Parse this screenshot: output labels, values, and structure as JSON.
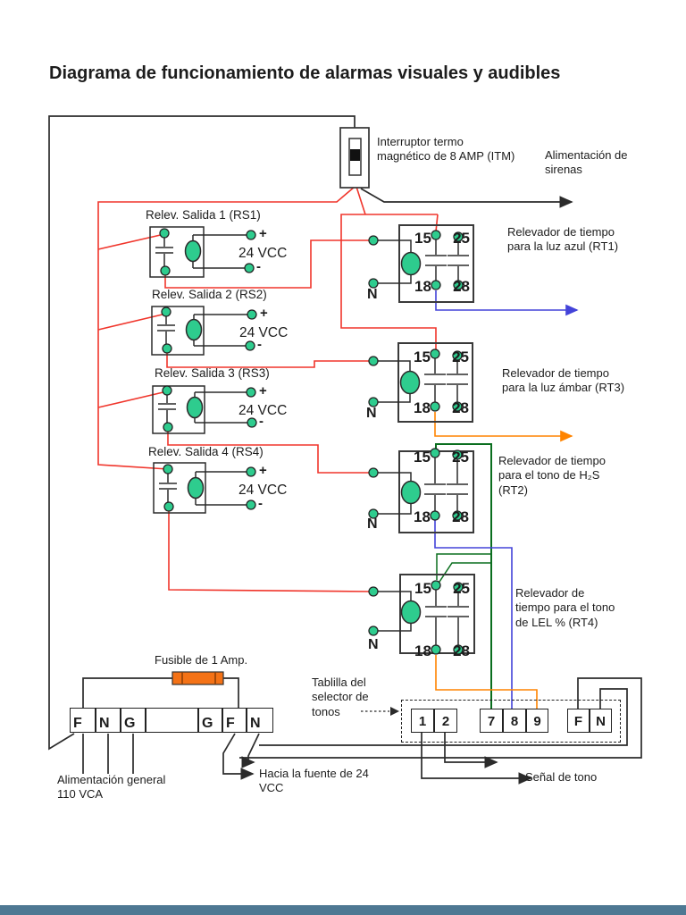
{
  "title": "Diagrama  de funcionamiento de alarmas visuales y audibles",
  "itm": {
    "label": "Interruptor termo magnético de 8 AMP (ITM)"
  },
  "sirens_label": "Alimentación de sirenas",
  "relays_salida": [
    {
      "name": "Relev. Salida 1 (RS1)",
      "plus": "+",
      "minus": "-",
      "voltage": "24 VCC"
    },
    {
      "name": "Relev. Salida 2 (RS2)",
      "plus": "+",
      "minus": "-",
      "voltage": "24 VCC"
    },
    {
      "name": "Relev. Salida 3 (RS3)",
      "plus": "+",
      "minus": "-",
      "voltage": "24 VCC"
    },
    {
      "name": "Relev. Salida 4 (RS4)",
      "plus": "+",
      "minus": "-",
      "voltage": "24 VCC"
    }
  ],
  "timers": [
    {
      "label": "Relevador de tiempo para la luz azul  (RT1)",
      "t15": "15",
      "t25": "25",
      "t18": "18",
      "t28": "28",
      "neutral": "N"
    },
    {
      "label": "Relevador de tiempo para la luz ámbar (RT3)",
      "t15": "15",
      "t25": "25",
      "t18": "18",
      "t28": "28",
      "neutral": "N"
    },
    {
      "label": "Relevador de tiempo para el tono de H₂S (RT2)",
      "t15": "15",
      "t25": "25",
      "t18": "18",
      "t28": "28",
      "neutral": "N"
    },
    {
      "label": "Relevador de tiempo para el tono de LEL % (RT4)",
      "t15": "15",
      "t25": "25",
      "t18": "18",
      "t28": "28",
      "neutral": "N"
    }
  ],
  "fuse_label": "Fusible de 1 Amp.",
  "strip_left": {
    "cells": [
      "F",
      "N",
      "G",
      "",
      "G",
      "F",
      "N"
    ]
  },
  "tablilla": {
    "label": "Tablilla del selector de tonos",
    "group_a": [
      "1",
      "2"
    ],
    "group_b": [
      "7",
      "8",
      "9"
    ],
    "group_c": [
      "F",
      "N"
    ]
  },
  "bottom_labels": {
    "alimentacion": "Alimentación general 110 VCA",
    "fuente": "Hacia la fuente de 24 VCC",
    "senal": "Señal de tono"
  },
  "colors": {
    "wire_red": "#f0352b",
    "wire_blue": "#4343d9",
    "wire_green": "#0a6e1e",
    "wire_orange": "#ff8400",
    "wire_black": "#2b2b2b",
    "terminal_green": "#2ecc8e",
    "fuse_orange": "#f47216",
    "footer_bar": "#4e7893"
  }
}
